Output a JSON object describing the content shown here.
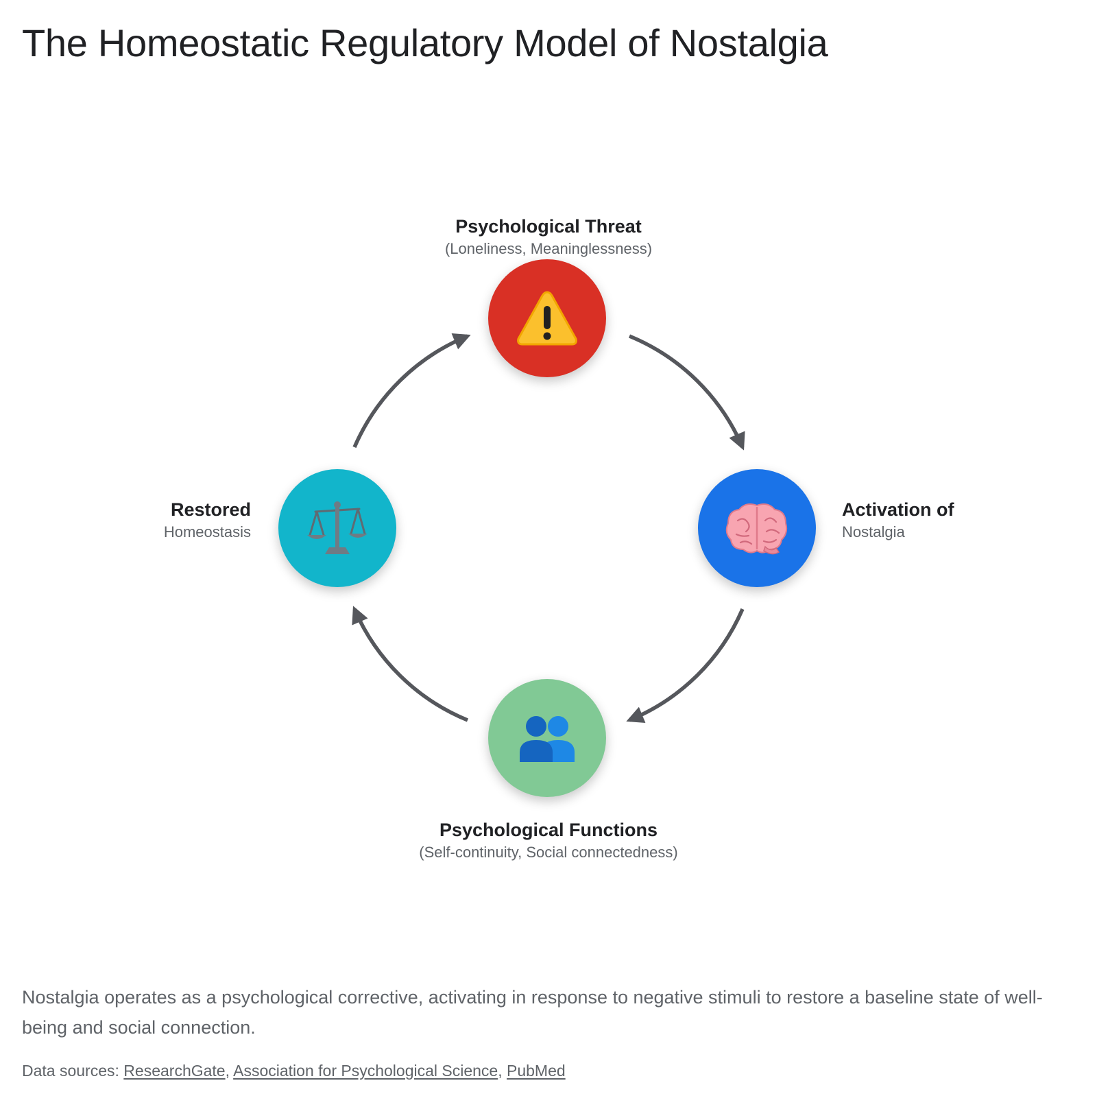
{
  "title": "The Homeostatic Regulatory Model of Nostalgia",
  "diagram": {
    "nodes": [
      {
        "id": "threat",
        "title": "Psychological Threat",
        "subtitle": "(Loneliness, Meaninglessness)",
        "icon": "warning-icon",
        "color": "#d93025"
      },
      {
        "id": "activation",
        "title": "Activation of",
        "subtitle": "Nostalgia",
        "icon": "brain-icon",
        "color": "#1a73e8"
      },
      {
        "id": "functions",
        "title": "Psychological Functions",
        "subtitle": "(Self-continuity, Social connectedness)",
        "icon": "people-icon",
        "color": "#81c995"
      },
      {
        "id": "restored",
        "title": "Restored",
        "subtitle": "Homeostasis",
        "icon": "balance-scale-icon",
        "color": "#12b5cb"
      }
    ],
    "arrow_color": "#55575c"
  },
  "caption": "Nostalgia operates as a psychological corrective, activating in response to negative stimuli to restore a baseline state of well-being and social connection.",
  "sources": {
    "prefix": "Data sources: ",
    "links": [
      "ResearchGate",
      "Association for Psychological Science",
      "PubMed"
    ],
    "separator": ", "
  }
}
